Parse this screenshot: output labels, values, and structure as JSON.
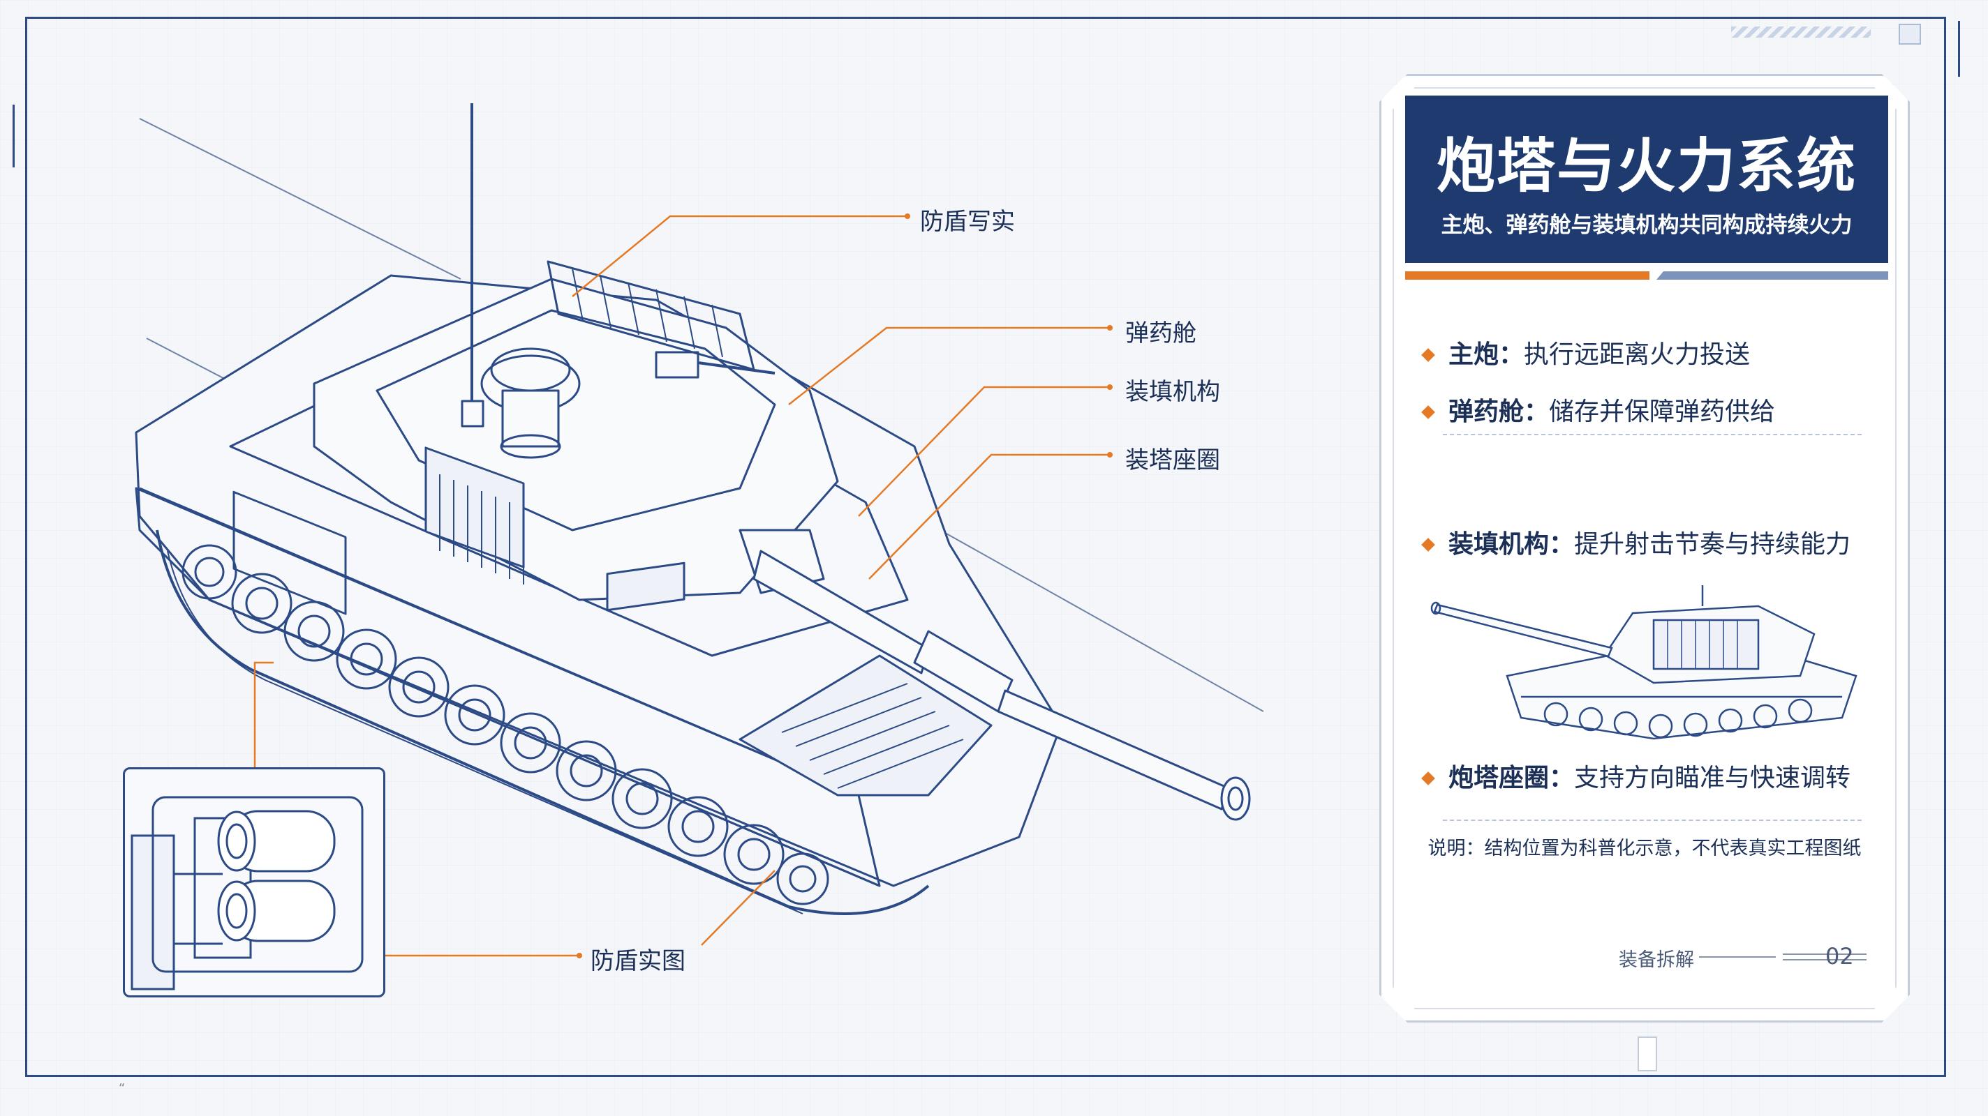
{
  "callouts": {
    "shield_realistic": "防盾写实",
    "ammo_compartment": "弹药舱",
    "loading_mechanism": "装填机构",
    "turret_ring": "装塔座圈",
    "shield_photo": "防盾实图"
  },
  "panel": {
    "title": "炮塔与火力系统",
    "subtitle": "主炮、弹药舱与装填机构共同构成持续火力",
    "items": [
      {
        "name": "主炮：",
        "desc": "执行远距离火力投送"
      },
      {
        "name": "弹药舱：",
        "desc": "储存并保障弹药供给"
      },
      {
        "name": "装填机构：",
        "desc": "提升射击节奏与持续能力"
      },
      {
        "name": "炮塔座圈：",
        "desc": "支持方向瞄准与快速调转"
      }
    ],
    "note": "说明：结构位置为科普化示意，不代表真实工程图纸",
    "footer_label": "装备拆解",
    "page_number": "02"
  },
  "colors": {
    "navy": "#1f3a6e",
    "line": "#2c4a86",
    "accent": "#e57a26"
  },
  "footnote_mark": "“"
}
